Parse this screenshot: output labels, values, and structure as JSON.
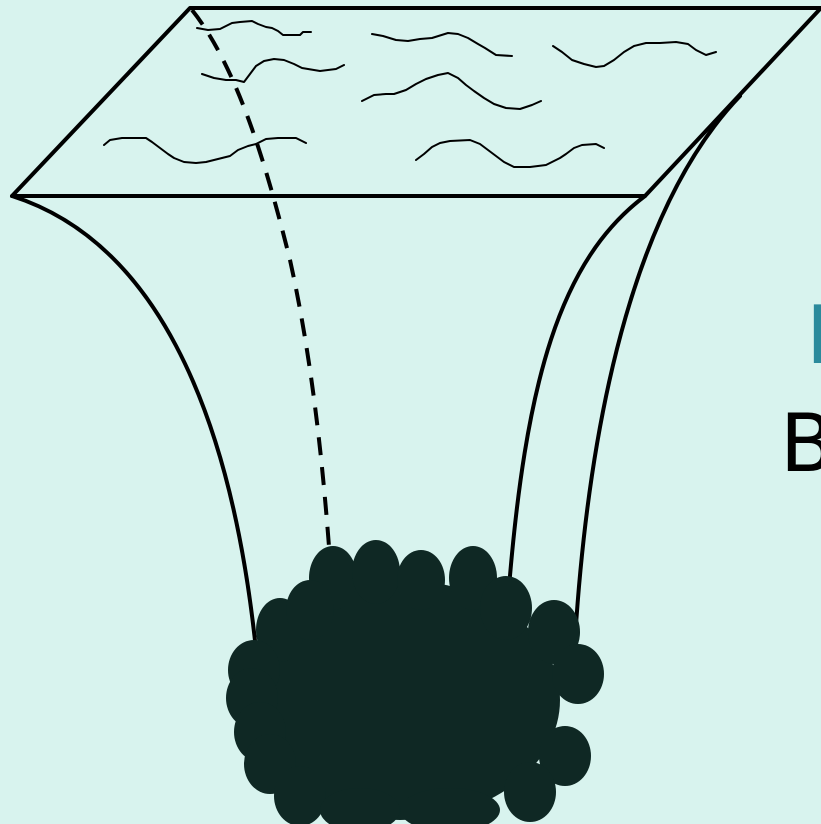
{
  "colors": {
    "background": "#d8f3ee",
    "stroke": "#000000",
    "blob": "#0f2824",
    "accent_text": "#2a8a9c",
    "dark_text": "#000000"
  },
  "labels": {
    "top": "F",
    "bottom": "B"
  },
  "icons": {
    "funnel": "funnel-shape",
    "blob": "dark-mass-blob",
    "squiggle": "wavy-line"
  }
}
